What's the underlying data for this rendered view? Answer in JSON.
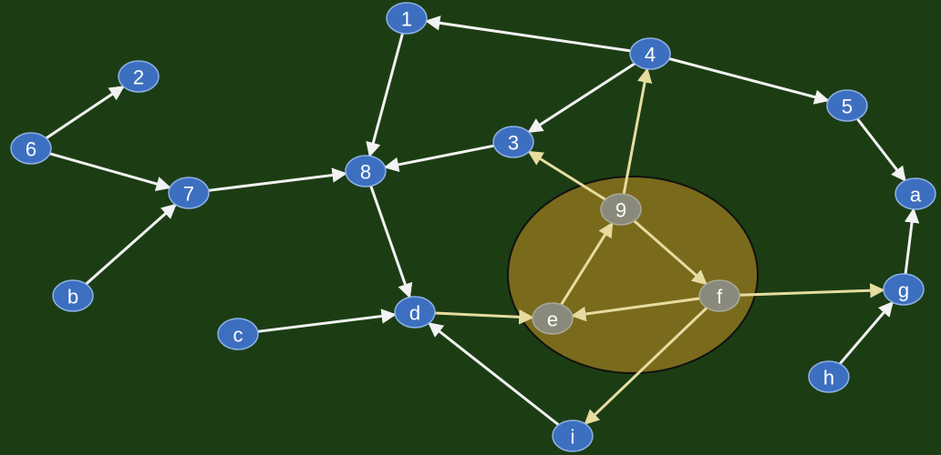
{
  "graph": {
    "colors": {
      "background": "#1c3d14",
      "node_fill": "#3d6fc0",
      "node_stroke": "#8fb2e6",
      "edge": "#f2f2f2",
      "highlight_fill": "#7a6a1c",
      "highlight_stroke": "#111111",
      "dim_node_fill": "#8a8a7c",
      "dim_label": "#e2e2d4",
      "dim_edge": "#e6dca0"
    },
    "nodes": [
      {
        "id": "1",
        "label": "1"
      },
      {
        "id": "2",
        "label": "2"
      },
      {
        "id": "3",
        "label": "3"
      },
      {
        "id": "4",
        "label": "4"
      },
      {
        "id": "5",
        "label": "5"
      },
      {
        "id": "6",
        "label": "6"
      },
      {
        "id": "7",
        "label": "7"
      },
      {
        "id": "8",
        "label": "8"
      },
      {
        "id": "9",
        "label": "9",
        "highlighted": true
      },
      {
        "id": "a",
        "label": "a"
      },
      {
        "id": "b",
        "label": "b"
      },
      {
        "id": "c",
        "label": "c"
      },
      {
        "id": "d",
        "label": "d"
      },
      {
        "id": "e",
        "label": "e",
        "highlighted": true
      },
      {
        "id": "f",
        "label": "f",
        "highlighted": true
      },
      {
        "id": "g",
        "label": "g"
      },
      {
        "id": "h",
        "label": "h"
      },
      {
        "id": "i",
        "label": "i"
      }
    ],
    "edges": [
      {
        "from": "4",
        "to": "1"
      },
      {
        "from": "1",
        "to": "8"
      },
      {
        "from": "6",
        "to": "2"
      },
      {
        "from": "6",
        "to": "7"
      },
      {
        "from": "b",
        "to": "7"
      },
      {
        "from": "7",
        "to": "8"
      },
      {
        "from": "4",
        "to": "3"
      },
      {
        "from": "3",
        "to": "8"
      },
      {
        "from": "4",
        "to": "5"
      },
      {
        "from": "5",
        "to": "a"
      },
      {
        "from": "9",
        "to": "3"
      },
      {
        "from": "9",
        "to": "4"
      },
      {
        "from": "8",
        "to": "d"
      },
      {
        "from": "c",
        "to": "d"
      },
      {
        "from": "d",
        "to": "e"
      },
      {
        "from": "e",
        "to": "9"
      },
      {
        "from": "9",
        "to": "f"
      },
      {
        "from": "f",
        "to": "e"
      },
      {
        "from": "f",
        "to": "g"
      },
      {
        "from": "f",
        "to": "i"
      },
      {
        "from": "i",
        "to": "d"
      },
      {
        "from": "g",
        "to": "a"
      },
      {
        "from": "h",
        "to": "g"
      }
    ]
  }
}
